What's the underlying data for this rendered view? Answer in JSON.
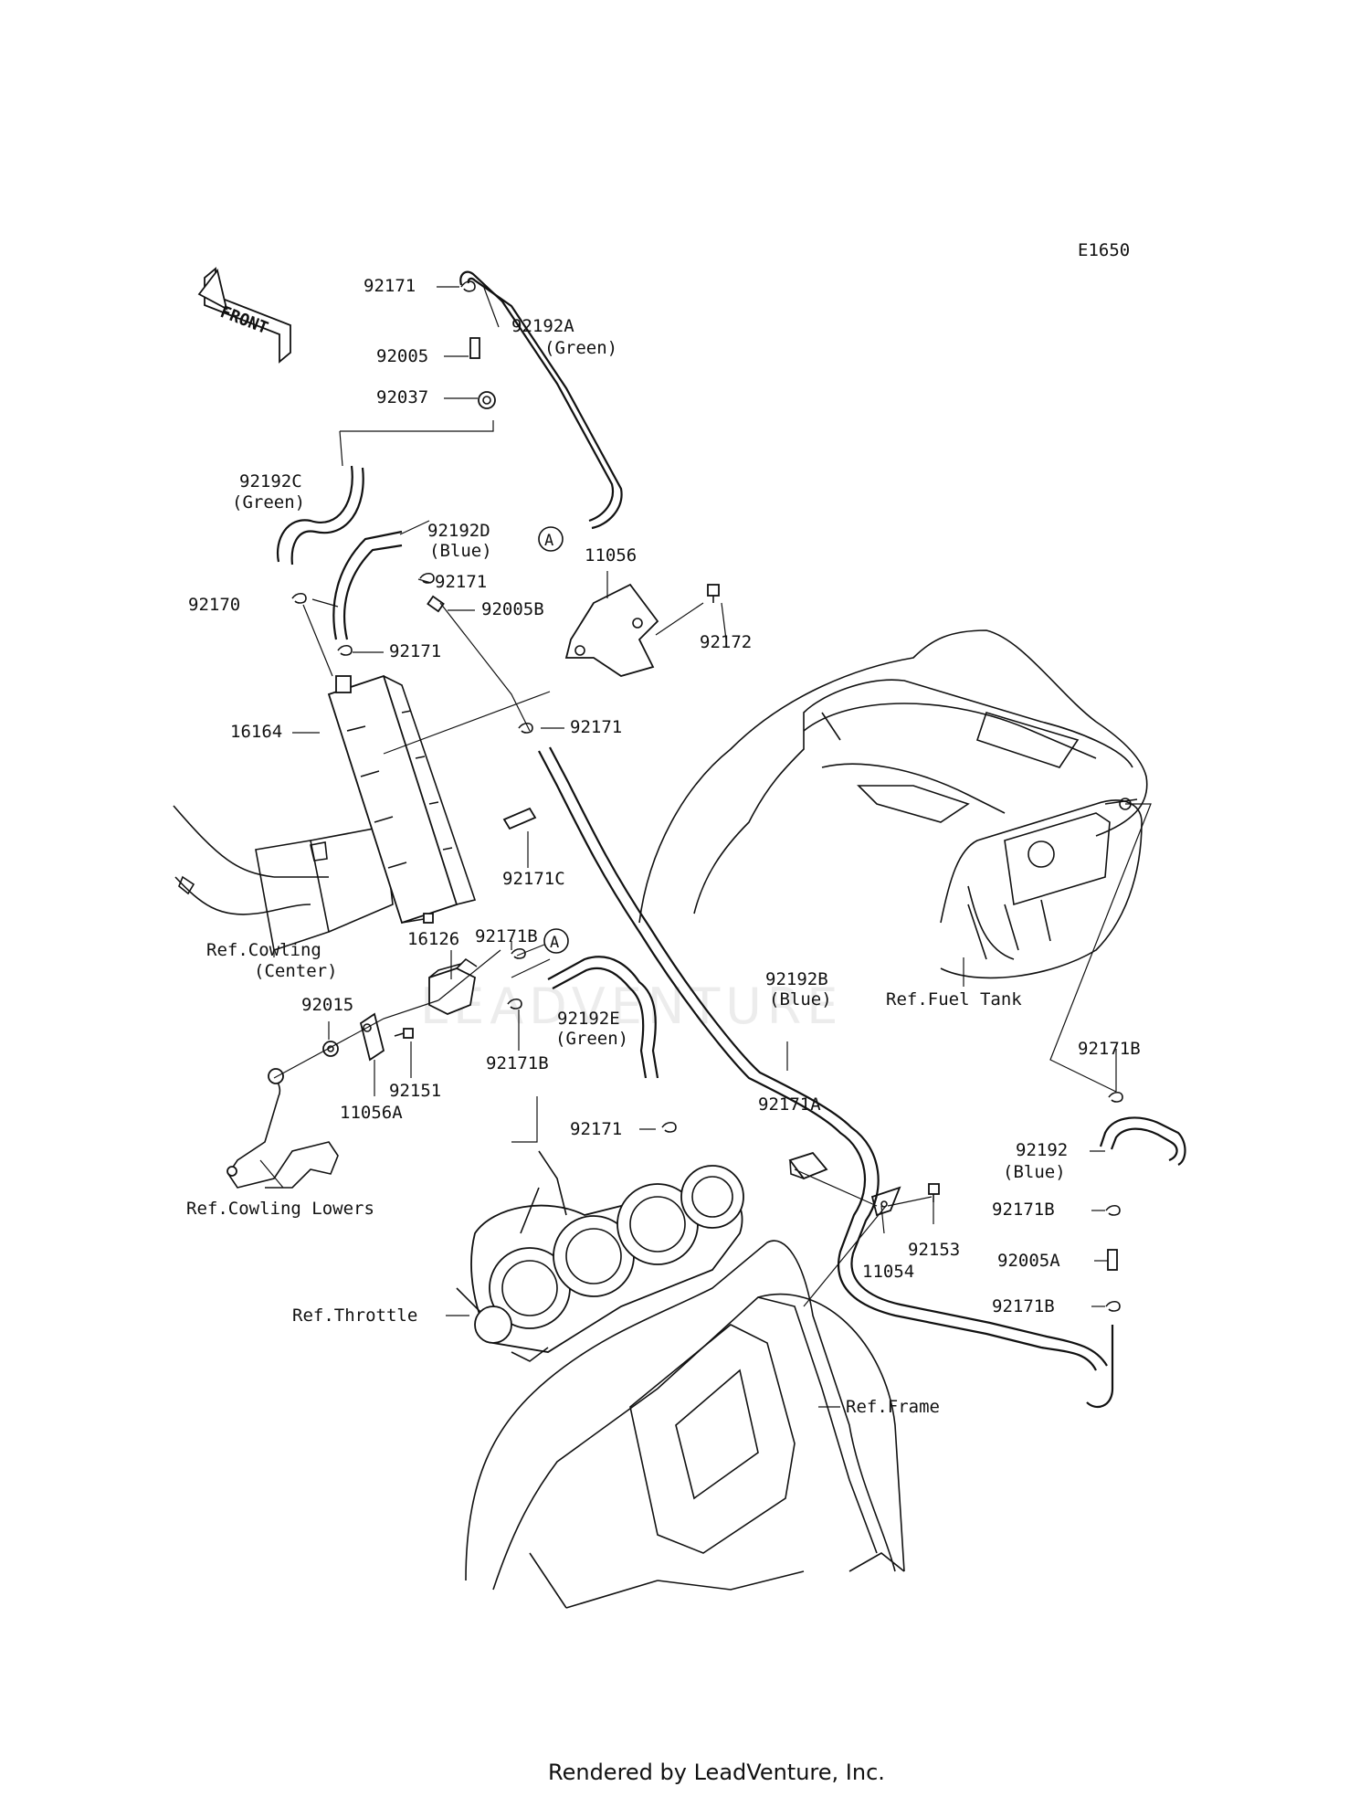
{
  "diagram_code": "E1650",
  "front_label": "FRONT",
  "circle_ref": "A",
  "callouts": {
    "c92171_top": "92171",
    "c92192A": "92192A",
    "c92192A_color": "(Green)",
    "c92005": "92005",
    "c92037": "92037",
    "c92192C": "92192C",
    "c92192C_color": "(Green)",
    "c92192D": "92192D",
    "c92192D_color": "(Blue)",
    "c92171_d": "92171",
    "c92005B": "92005B",
    "c11056": "11056",
    "c92172": "92172",
    "c92170": "92170",
    "c92171_e": "92171",
    "c16164": "16164",
    "c92171_f": "92171",
    "c92171C": "92171C",
    "c92171B_a": "92171B",
    "c16126": "16126",
    "c92015": "92015",
    "c92151": "92151",
    "c11056A": "11056A",
    "c92171B_b": "92171B",
    "c92192E": "92192E",
    "c92192E_color": "(Green)",
    "c92192B": "92192B",
    "c92192B_color": "(Blue)",
    "c92171_g": "92171",
    "c92171A": "92171A",
    "c92153": "92153",
    "c11054": "11054",
    "c92171B_c": "92171B",
    "c92192": "92192",
    "c92192_color": "(Blue)",
    "c92171B_d": "92171B",
    "c92005A": "92005A",
    "c92171B_e": "92171B"
  },
  "references": {
    "cowling_center": "Ref.Cowling",
    "cowling_center_sub": "(Center)",
    "cowling_lowers": "Ref.Cowling Lowers",
    "fuel_tank": "Ref.Fuel Tank",
    "throttle": "Ref.Throttle",
    "frame": "Ref.Frame"
  },
  "watermark": "LEADVENTURE",
  "footer": "Rendered by LeadVenture, Inc."
}
